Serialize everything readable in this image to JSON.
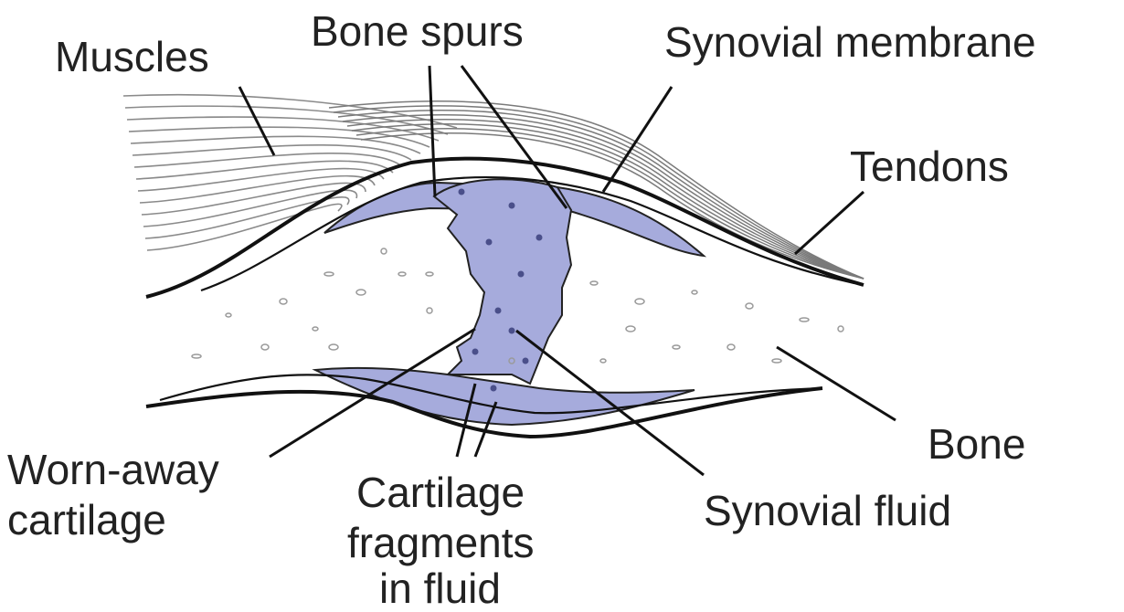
{
  "labels": {
    "muscles": "Muscles",
    "bone_spurs": "Bone spurs",
    "synovial_membrane": "Synovial membrane",
    "tendons": "Tendons",
    "bone": "Bone",
    "worn_away_line1": "Worn-away",
    "worn_away_line2": "cartilage",
    "fragments_line1": "Cartilage",
    "fragments_line2": "fragments",
    "fragments_line3": "in fluid",
    "synovial_fluid": "Synovial fluid"
  },
  "colors": {
    "synovial_fluid": "#a6abdc",
    "outline": "#111111",
    "muscle_lines": "#8a8a8a",
    "bone_specks": "#9a9a9a",
    "text": "#222222"
  }
}
